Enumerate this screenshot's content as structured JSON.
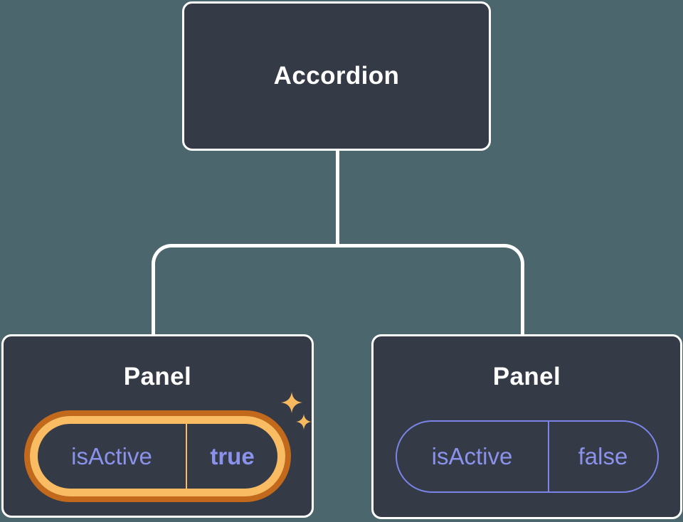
{
  "colors": {
    "background": "#4c666e",
    "node_fill": "#343a46",
    "node_border": "#ffffff",
    "title_text": "#ffffff",
    "connector": "#ffffff",
    "state_text": "#8b92ec",
    "state_border": "#7b84e8",
    "highlight_outer": "#c2691c",
    "highlight_inner": "#fabc63",
    "sparkle": "#f9b95f"
  },
  "root_node": {
    "label": "Accordion"
  },
  "panels": [
    {
      "label": "Panel",
      "state_key": "isActive",
      "state_value": "true",
      "highlighted": true
    },
    {
      "label": "Panel",
      "state_key": "isActive",
      "state_value": "false",
      "highlighted": false
    }
  ],
  "icons": {
    "sparkles": "sparkles-icon"
  }
}
